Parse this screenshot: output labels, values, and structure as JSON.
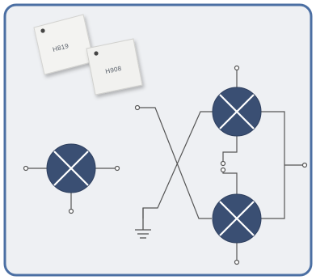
{
  "chips": [
    {
      "marking": "H819"
    },
    {
      "marking": "H908"
    }
  ],
  "colors": {
    "panel_fill": "#eef0f3",
    "panel_stroke": "#4b6fa3",
    "mixer_fill": "#3a4f73",
    "wire": "#555555",
    "chip_body": "#f3f3f1"
  },
  "symbols": {
    "mixer": "circle-with-x",
    "ground": "ground-symbol",
    "port": "open-circle-terminal"
  }
}
